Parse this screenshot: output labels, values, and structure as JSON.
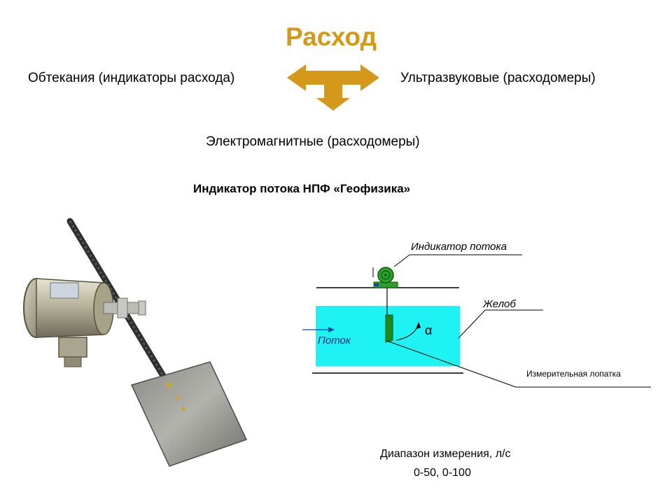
{
  "title": "Расход",
  "types": {
    "left": "Обтекания (индикаторы расхода)",
    "right": "Ультразвуковые (расходомеры)",
    "bottom": "Электромагнитные (расходомеры)"
  },
  "subtitle": "Индикатор потока НПФ «Геофизика»",
  "diagram": {
    "indicator_label": "Индикатор потока",
    "trough_label": "Желоб",
    "flow_label": "Поток",
    "angle_label": "α",
    "blade_label": "Измерительная лопатка"
  },
  "range": {
    "label": "Диапазон измерения, л/с",
    "values": "0-50, 0-100"
  },
  "colors": {
    "accent": "#D4981A",
    "water": "#1EF2F2",
    "indicator": "#2E9E2E",
    "blade": "#1E8A1E"
  }
}
